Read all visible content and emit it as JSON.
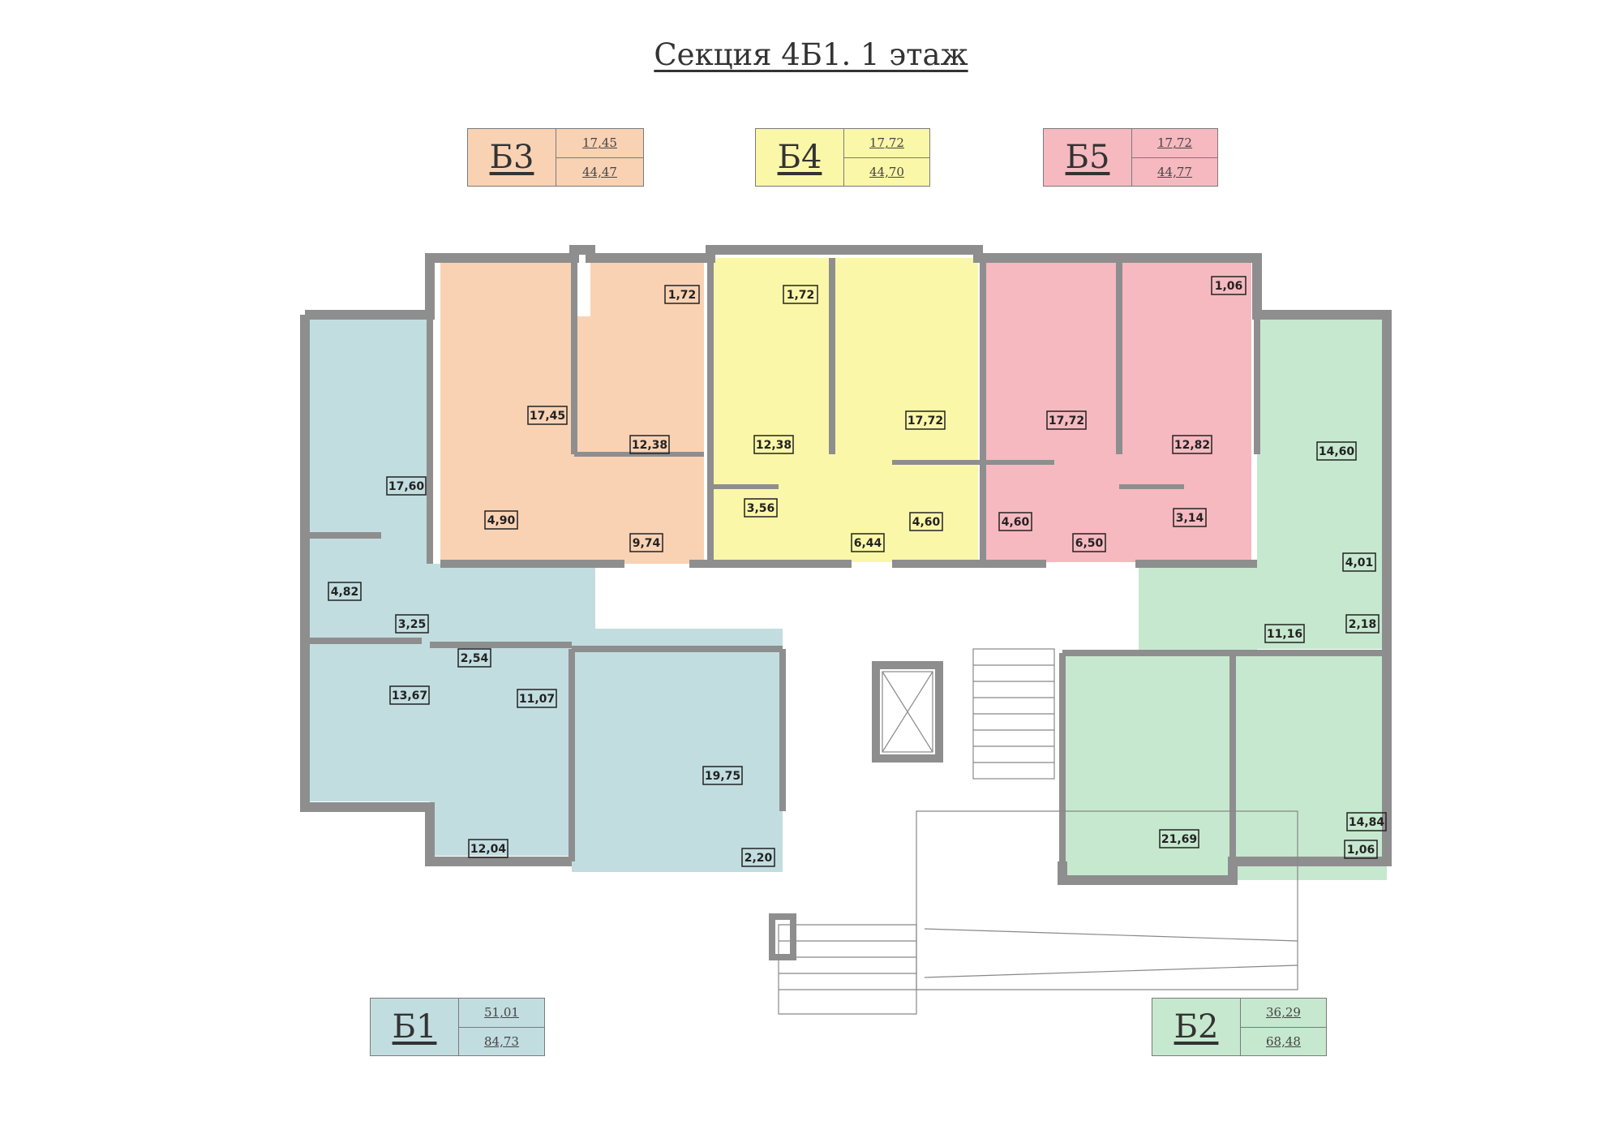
{
  "title": "Секция 4Б1. 1 этаж",
  "legend": [
    {
      "id": "b3",
      "code": "Б3",
      "living": "17,45",
      "total": "44,47",
      "color": "#f9d2b4"
    },
    {
      "id": "b4",
      "code": "Б4",
      "living": "17,72",
      "total": "44,70",
      "color": "#fbf7a8"
    },
    {
      "id": "b5",
      "code": "Б5",
      "living": "17,72",
      "total": "44,77",
      "color": "#f6b9c0"
    },
    {
      "id": "b1",
      "code": "Б1",
      "living": "51,01",
      "total": "84,73",
      "color": "#c2dde0"
    },
    {
      "id": "b2",
      "code": "Б2",
      "living": "36,29",
      "total": "68,48",
      "color": "#c6e8cf"
    }
  ],
  "colors": {
    "wall": "#8e8e8e",
    "b1": "#c2dde0",
    "b2": "#c6e8cf",
    "b3": "#f9d2b4",
    "b4": "#fbf7a8",
    "b5": "#f6b9c0"
  },
  "rooms": [
    {
      "id": "b3-bedroom",
      "area": "17,45"
    },
    {
      "id": "b3-kitchen",
      "area": "12,38"
    },
    {
      "id": "b3-balcony",
      "area": "1,72"
    },
    {
      "id": "b3-bath",
      "area": "4,90"
    },
    {
      "id": "b3-hall",
      "area": "9,74"
    },
    {
      "id": "b4-balcony",
      "area": "1,72"
    },
    {
      "id": "b4-kitchen",
      "area": "12,38"
    },
    {
      "id": "b4-living",
      "area": "17,72"
    },
    {
      "id": "b4-storage",
      "area": "3,56"
    },
    {
      "id": "b4-hall",
      "area": "6,44"
    },
    {
      "id": "b4-bath",
      "area": "4,60"
    },
    {
      "id": "b5-balcony",
      "area": "1,06"
    },
    {
      "id": "b5-bedroom",
      "area": "17,72"
    },
    {
      "id": "b5-kitchen",
      "area": "12,82"
    },
    {
      "id": "b5-bath",
      "area": "4,60"
    },
    {
      "id": "b5-hall",
      "area": "6,50"
    },
    {
      "id": "b5-storage",
      "area": "3,14"
    },
    {
      "id": "b1-bedroom",
      "area": "17,60"
    },
    {
      "id": "b1-bath",
      "area": "4,82"
    },
    {
      "id": "b1-corridor",
      "area": "3,25"
    },
    {
      "id": "b1-bedroom2",
      "area": "13,67"
    },
    {
      "id": "b1-wc",
      "area": "2,54"
    },
    {
      "id": "b1-hall",
      "area": "11,07"
    },
    {
      "id": "b1-living",
      "area": "19,75"
    },
    {
      "id": "b1-kitchen",
      "area": "12,04"
    },
    {
      "id": "b1-balcony",
      "area": "2,20"
    },
    {
      "id": "b2-bedroom",
      "area": "14,60"
    },
    {
      "id": "b2-bath",
      "area": "4,01"
    },
    {
      "id": "b2-wc",
      "area": "2,18"
    },
    {
      "id": "b2-hall",
      "area": "11,16"
    },
    {
      "id": "b2-living",
      "area": "21,69"
    },
    {
      "id": "b2-kitchen",
      "area": "14,84"
    },
    {
      "id": "b2-balcony",
      "area": "1,06"
    }
  ]
}
